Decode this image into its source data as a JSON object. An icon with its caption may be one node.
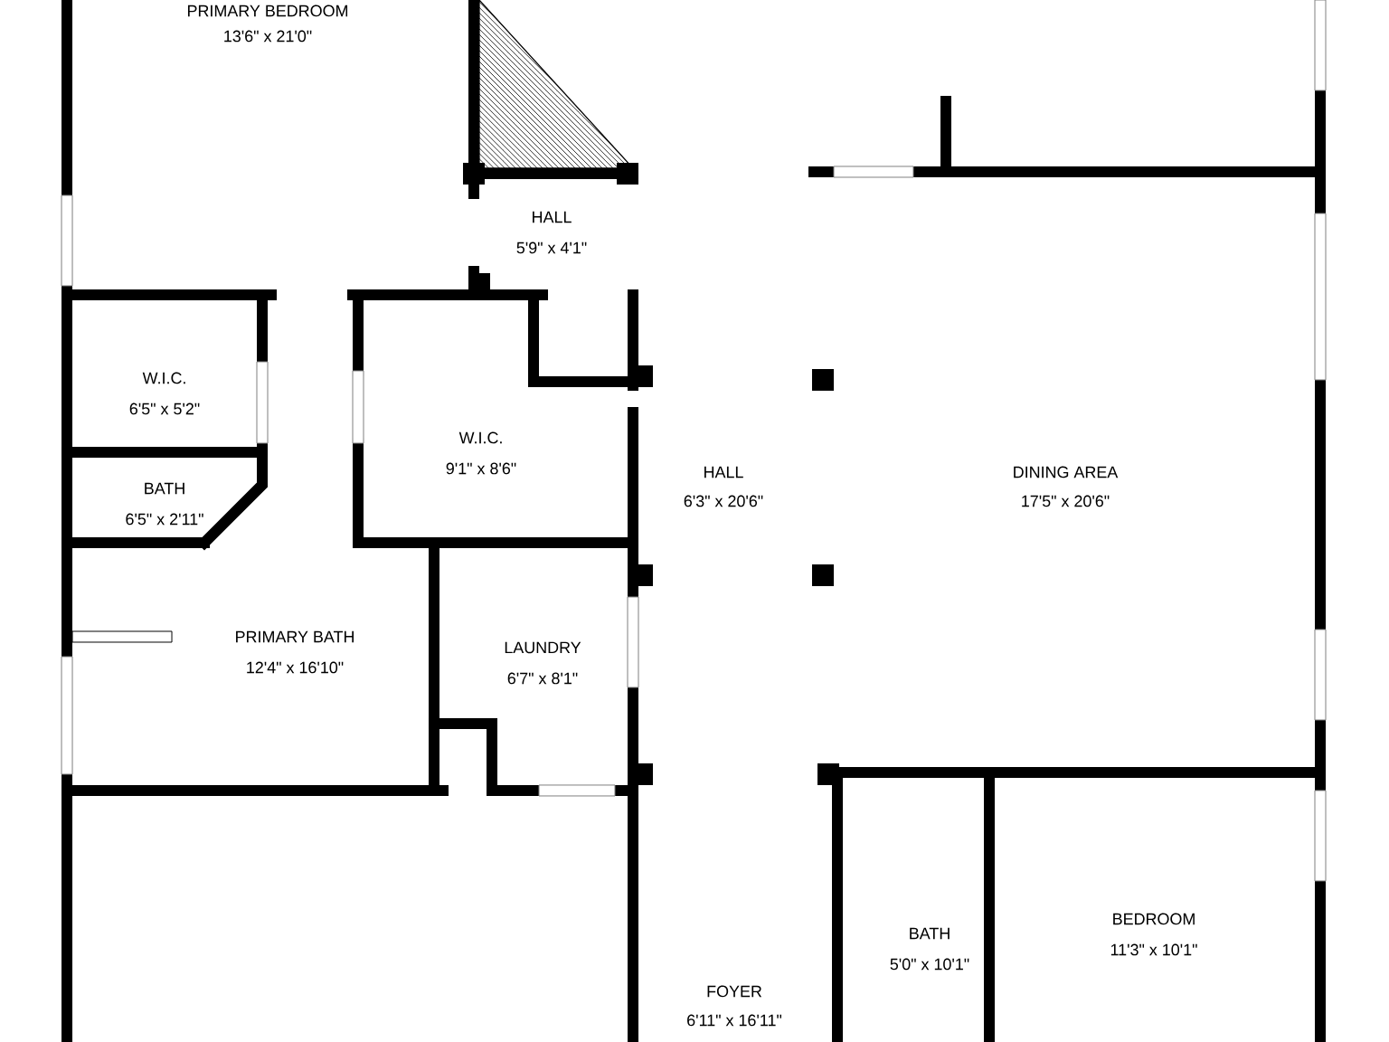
{
  "diagram": {
    "labels": [
      "PRIMARY BEDROOM",
      "13'6\" x 21'0\"",
      "HALL",
      "5'9\" x 4'1\"",
      "W.I.C.",
      "6'5\" x 5'2\"",
      "W.I.C.",
      "9'1\" x 8'6\"",
      "HALL",
      "6'3\" x 20'6\"",
      "DINING AREA",
      "17'5\" x 20'6\"",
      "BATH",
      "6'5\" x 2'11\"",
      "PRIMARY BATH",
      "12'4\" x 16'10\"",
      "LAUNDRY",
      "6'7\" x 8'1\"",
      "BEDROOM",
      "11'3\" x 10'1\"",
      "BATH",
      "5'0\" x 10'1\"",
      "FOYER",
      "6'11\" x 16'11\""
    ]
  }
}
